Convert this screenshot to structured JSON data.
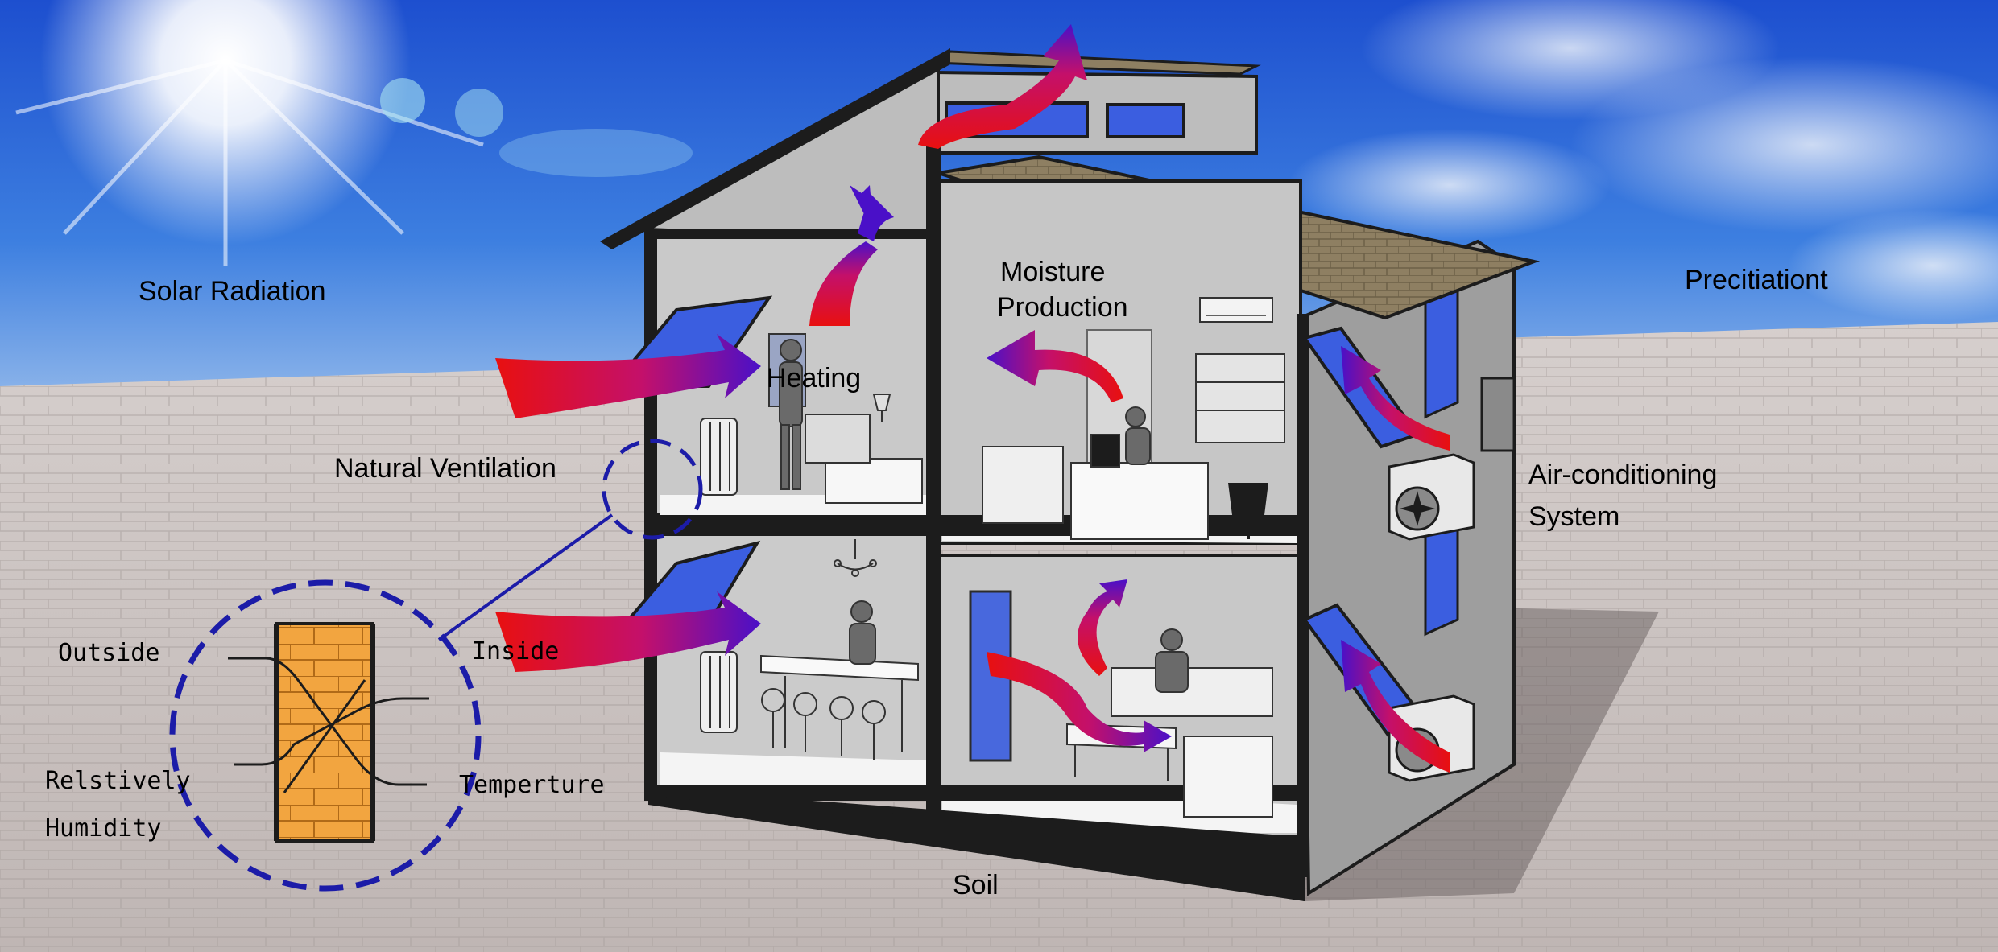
{
  "labels": {
    "solar_radiation": "Solar Radiation",
    "precipitation": "Precitiationt",
    "moisture_line1": "Moisture",
    "moisture_line2": "Production",
    "heating": "Heating",
    "natural_ventilation": "Natural Ventilation",
    "ac_line1": "Air-conditioning",
    "ac_line2": "System",
    "soil": "Soil"
  },
  "wall_detail": {
    "outside": "Outside",
    "inside": "Inside",
    "humidity_line1": "Relstively",
    "humidity_line2": "Humidity",
    "temperature": "Temperture"
  },
  "colors": {
    "sky": "#2f6fd6",
    "ground": "#c9c2c0",
    "wall": "#bdbdbd",
    "frame": "#1c1c1c",
    "roof": "#8b7c60",
    "window": "#3b5ee0",
    "arrow_warm": "#e01010",
    "arrow_cool": "#4a10c8",
    "callout": "#1c1ca8",
    "brick": "#f2a540"
  }
}
